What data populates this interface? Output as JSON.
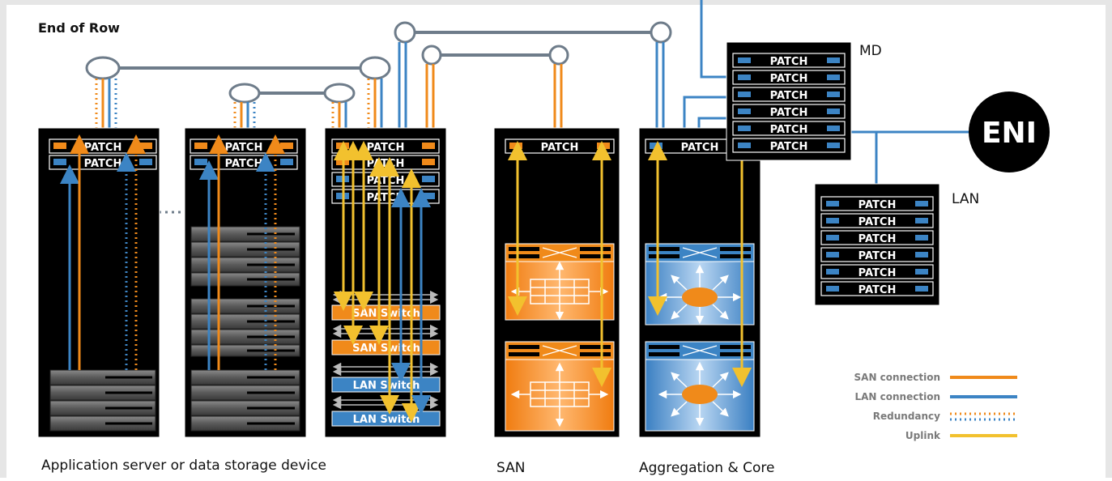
{
  "title": "End of Row",
  "patch_label": "PATCH",
  "san_switch_label": "SAN Switch",
  "lan_switch_label": "LAN Switch",
  "eni_label": "ENI",
  "md_label": "MD",
  "lan_label": "LAN",
  "captions": {
    "app": "Application server or data storage device",
    "san": "SAN",
    "agg": "Aggregation & Core"
  },
  "legend": [
    {
      "label": "SAN connection",
      "style": "solid",
      "color": "#f08a1a"
    },
    {
      "label": "LAN connection",
      "style": "solid",
      "color": "#3c84c4"
    },
    {
      "label": "Redundancy",
      "style": "dotted",
      "color": "#f08a1a"
    },
    {
      "label": "Uplink",
      "style": "solid",
      "color": "#f2c12e"
    }
  ],
  "colors": {
    "san": "#f08a1a",
    "lan": "#3c84c4",
    "uplink": "#f2c12e",
    "trunk": "#6e7c8a",
    "rack": "#000000"
  }
}
